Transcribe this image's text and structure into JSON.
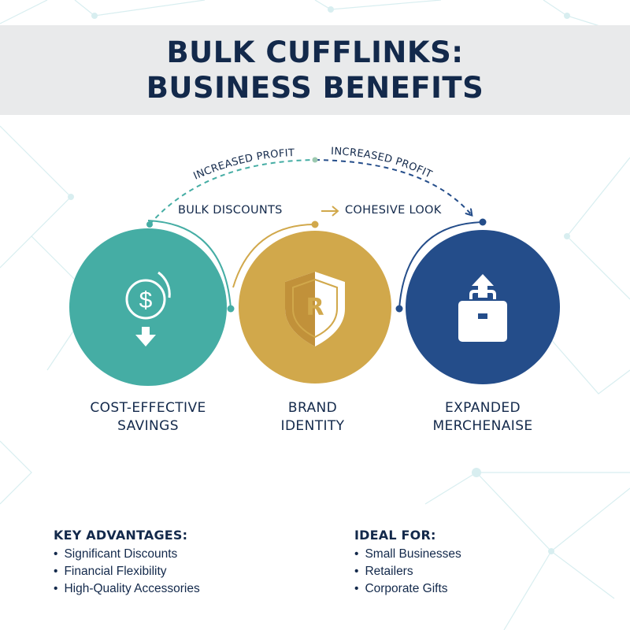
{
  "title": {
    "line1": "BULK CUFFLINKS:",
    "line2": "BUSINESS BENEFITS"
  },
  "colors": {
    "teal": "#45ada4",
    "gold": "#d1a84b",
    "navy": "#244d8a",
    "text": "#13294b",
    "banner": "#e9eaeb"
  },
  "flow": {
    "arc_left_label": "INCREASED PROFIT",
    "arc_right_label": "INCREASED PROFIT",
    "step1_label": "BULK DISCOUNTS",
    "step2_label": "COHESIVE LOOK"
  },
  "benefits": [
    {
      "line1": "COST-EFFECTIVE",
      "line2": "SAVINGS",
      "icon": "dollar-down-icon",
      "color": "#45ada4"
    },
    {
      "line1": "BRAND",
      "line2": "IDENTITY",
      "icon": "shield-r-icon",
      "color": "#d1a84b"
    },
    {
      "line1": "EXPANDED",
      "line2": "MERCHENAISE",
      "icon": "briefcase-up-icon",
      "color": "#244d8a"
    }
  ],
  "key_advantages": {
    "heading": "KEY ADVANTAGES:",
    "items": [
      "Significant Discounts",
      "Financial Flexibility",
      "High-Quality Accessories"
    ]
  },
  "ideal_for": {
    "heading": "IDEAL FOR:",
    "items": [
      "Small Businesses",
      "Retailers",
      "Corporate Gifts"
    ]
  }
}
